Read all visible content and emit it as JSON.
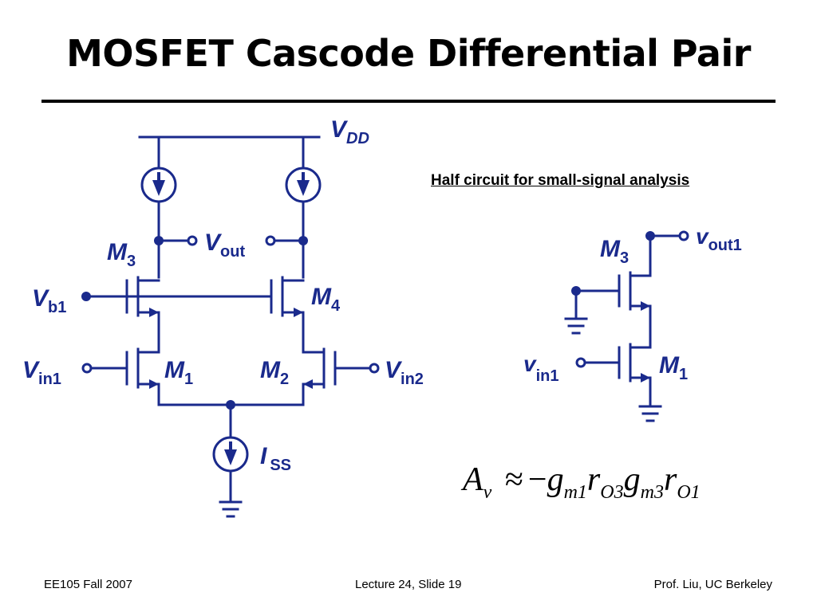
{
  "slide": {
    "title": "MOSFET Cascode Differential Pair",
    "subtitle": "Half circuit for small-signal analysis"
  },
  "circuit_labels": {
    "vdd": "V",
    "vdd_sub": "DD",
    "vout": "V",
    "vout_sub": "out",
    "vb1": "V",
    "vb1_sub": "b1",
    "vin1": "V",
    "vin1_sub": "in1",
    "vin2": "V",
    "vin2_sub": "in2",
    "m1": "M",
    "m1_sub": "1",
    "m2": "M",
    "m2_sub": "2",
    "m3": "M",
    "m3_sub": "3",
    "m4": "M",
    "m4_sub": "4",
    "iss": "I",
    "iss_sub": "SS"
  },
  "half_circuit_labels": {
    "m3": "M",
    "m3_sub": "3",
    "m1": "M",
    "m1_sub": "1",
    "vout1": "v",
    "vout1_sub": "out1",
    "vin1": "v",
    "vin1_sub": "in1"
  },
  "formula": {
    "lhs": "A",
    "lhs_sub": "v",
    "op": "≈",
    "minus": "−",
    "t1": "g",
    "t1_sub": "m1",
    "t2": "r",
    "t2_sub": "O3",
    "t3": "g",
    "t3_sub": "m3",
    "t4": "r",
    "t4_sub": "O1"
  },
  "footer": {
    "left": "EE105 Fall 2007",
    "center": "Lecture 24, Slide 19",
    "right": "Prof. Liu, UC Berkeley"
  },
  "colors": {
    "wire": "#1a2a8c",
    "text": "#000000"
  }
}
